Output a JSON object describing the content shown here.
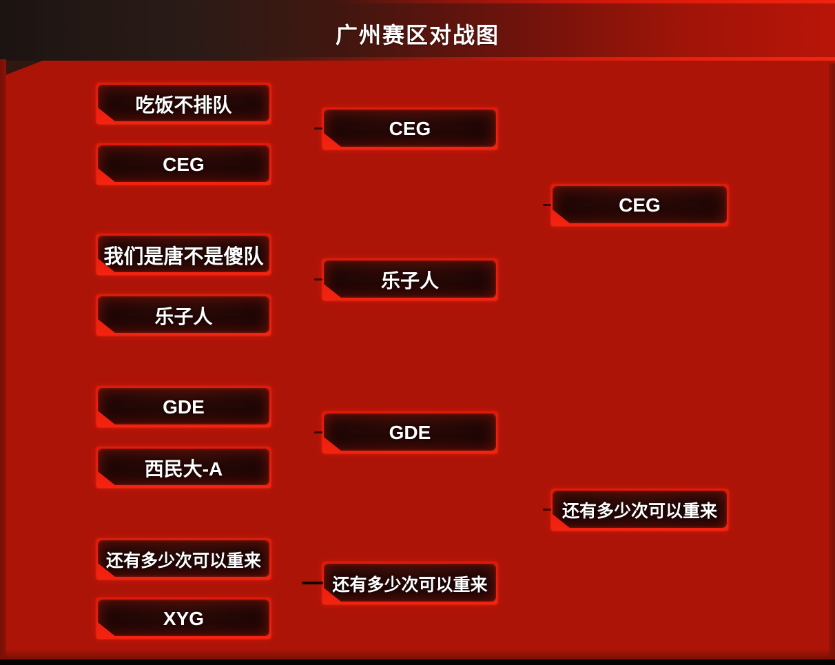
{
  "page": {
    "title": "广州赛区对战图"
  },
  "colors": {
    "background_red": "#ad1408",
    "accent_red": "#ea1b0c",
    "box_interior": "#1a0505",
    "header_dark": "#1c1412",
    "text": "#ffffff"
  },
  "bracket": {
    "round1": [
      "吃饭不排队",
      "CEG",
      "我们是唐不是傻队",
      "乐子人",
      "GDE",
      "西民大-A",
      "还有多少次可以重来",
      "XYG"
    ],
    "round2": [
      "CEG",
      "乐子人",
      "GDE",
      "还有多少次可以重来"
    ],
    "round3": [
      "CEG",
      "还有多少次可以重来"
    ]
  }
}
